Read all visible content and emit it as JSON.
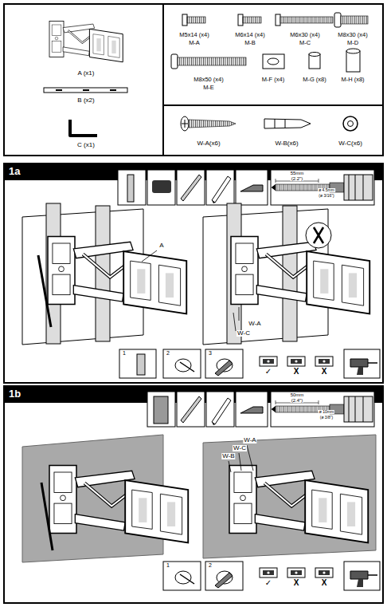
{
  "diagram": {
    "nodes": [
      {
        "text": [
          "1a"
        ]
      },
      {
        "text": [
          "1b"
        ]
      }
    ],
    "labels": [
      "A (x1)",
      "B (x2)",
      "C (x1)",
      "M5x14 (x4)",
      "M-A",
      "M6x14 (x4)",
      "M-B",
      "M6x30 (x4)",
      "M-C",
      "M8x30 (x4)",
      "M-D",
      "M8x50 (x4)",
      "M-E",
      "M-F (x4)",
      "M-G (x8)",
      "M-H (x8)",
      "W-A(x6)",
      "W-B(x6)",
      "W-C(x6)",
      "55mm",
      "(2.2\")",
      "ø 4.5mm",
      "(ø 3/16\")",
      "A",
      "W-A",
      "W-C",
      "1",
      "2",
      "3",
      "✓",
      "X",
      "X",
      "50mm",
      "(2.4\")",
      "ø 10mm",
      "(ø 3/8\")",
      "W-A",
      "W-C",
      "W-B",
      "1",
      "2",
      "✓",
      "X",
      "X"
    ]
  }
}
